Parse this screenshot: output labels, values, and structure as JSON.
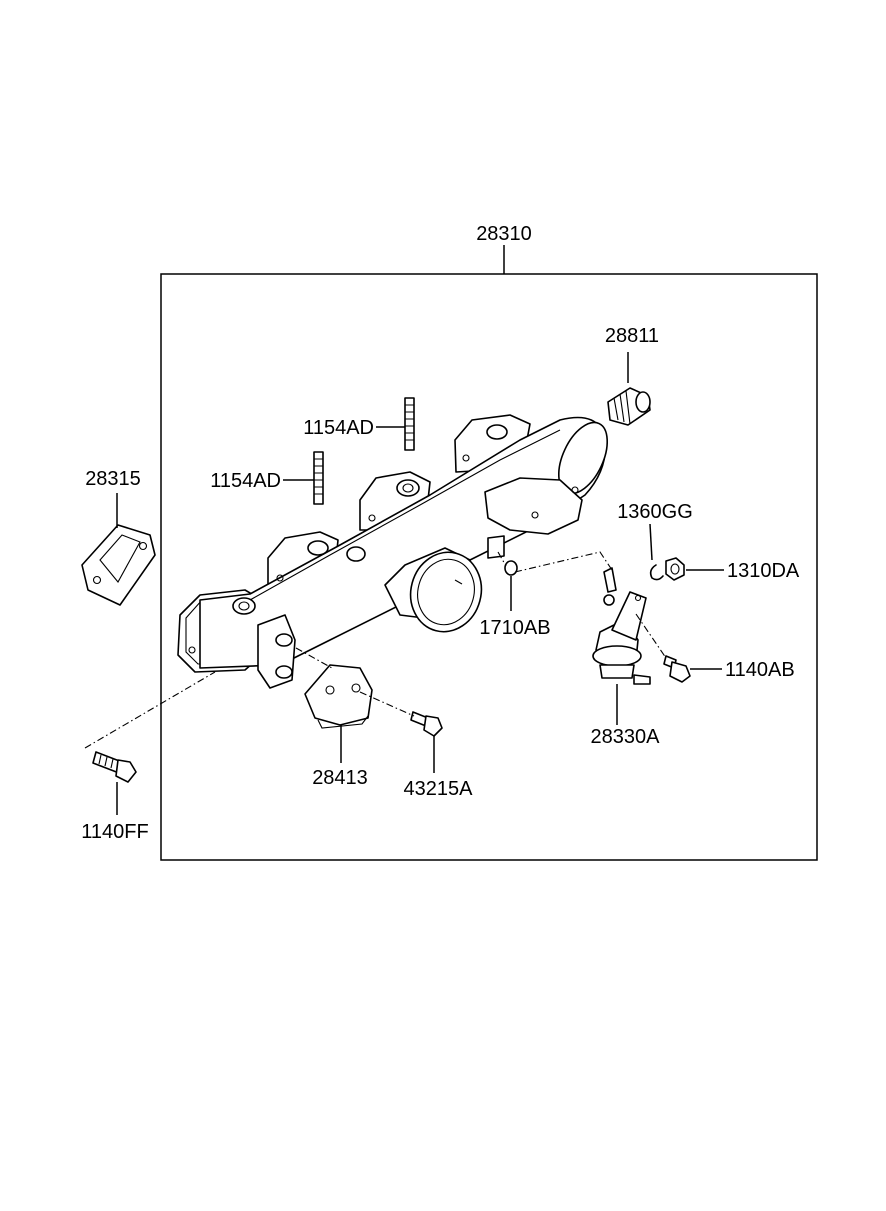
{
  "diagram": {
    "labels": {
      "assembly": "28310",
      "gasket": "28315",
      "cap": "28811",
      "stud_upper": "1154AD",
      "stud_lower": "1154AD",
      "washer": "1360GG",
      "nut": "1310DA",
      "fitting": "1710AB",
      "bolt_right": "1140AB",
      "actuator": "28330A",
      "bracket": "28413",
      "bolt_bracket": "43215A",
      "bolt_left": "1140FF"
    }
  }
}
